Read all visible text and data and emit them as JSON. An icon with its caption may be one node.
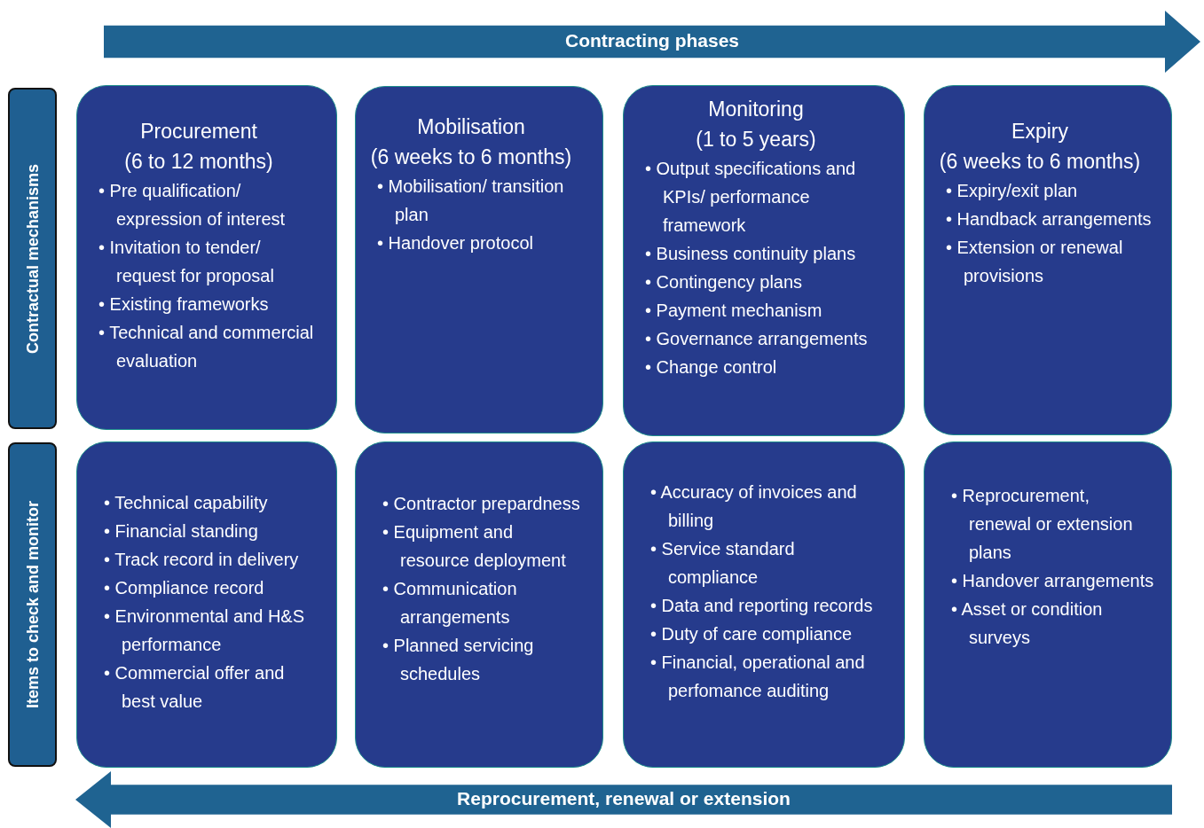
{
  "diagram": {
    "nodes": [
      {
        "text": [
          "Contracting phases"
        ]
      },
      {
        "text": [
          "Contractual mechanisms"
        ]
      },
      {
        "text": [
          "Procurement",
          "(6 to 12 months)",
          "• Pre qualification/ expression of interest",
          "• Invitation to tender/ request for proposal",
          "• Existing frameworks",
          "• Technical and commercial evaluation"
        ]
      },
      {
        "text": [
          "Mobilisation",
          "(6 weeks to 6 months)",
          "• Mobilisation/ transition plan",
          "• Handover protocol"
        ]
      },
      {
        "text": [
          "Monitoring",
          "(1 to 5 years)",
          "• Output specifications and KPIs/ performance framework",
          "• Business continuity plans",
          "• Contingency plans",
          "• Payment mechanism",
          "• Governance arrangements",
          "• Change control"
        ]
      },
      {
        "text": [
          "Expiry",
          "(6 weeks to 6 months)",
          "• Expiry/exit plan",
          "• Handback arrangements",
          "• Extension or renewal provisions"
        ]
      },
      {
        "text": [
          "Items to check and monitor"
        ]
      },
      {
        "text": [
          "• Technical capability",
          "• Financial standing",
          "• Track record in delivery",
          "• Compliance record",
          "• Environmental and H&S performance",
          "• Commercial offer and best value"
        ]
      },
      {
        "text": [
          "• Contractor prepardness",
          "• Equipment and resource deployment",
          "• Communication arrangements",
          "• Planned servicing schedules"
        ]
      },
      {
        "text": [
          "• Accuracy of invoices and billing",
          "• Service standard compliance",
          "• Data and reporting records",
          "• Duty of care compliance",
          "• Financial, operational and perfomance auditing"
        ]
      },
      {
        "text": [
          "• Reprocurement, renewal or extension plans",
          "• Handover arrangements",
          "• Asset or condition surveys"
        ]
      },
      {
        "text": [
          "Reprocurement, renewal or extension"
        ]
      }
    ]
  }
}
